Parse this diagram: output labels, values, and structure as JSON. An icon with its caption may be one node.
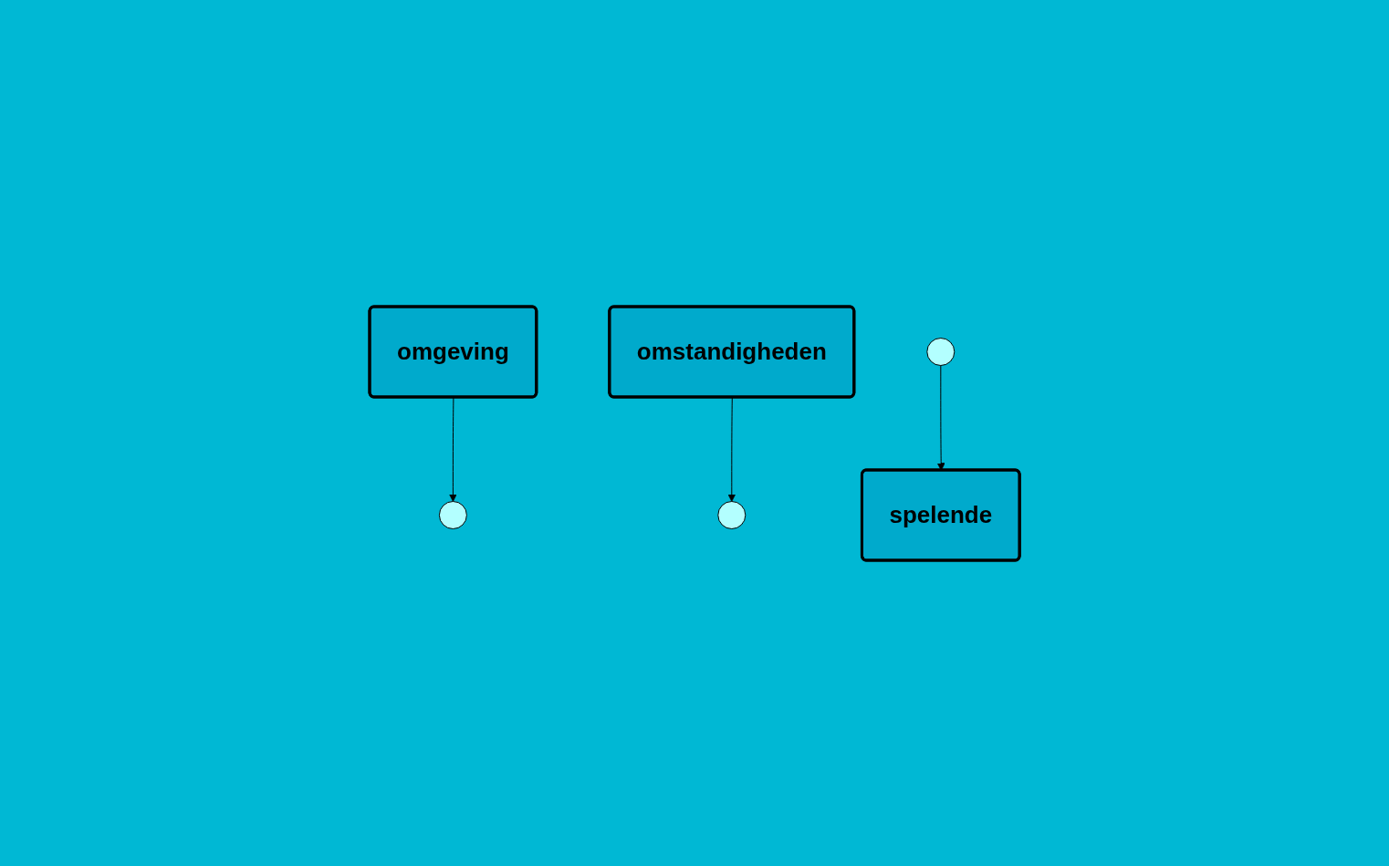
{
  "diagram": {
    "nodes": [
      {
        "text": [
          "omgeving"
        ]
      },
      {
        "text": [
          "omstandigheden"
        ]
      },
      {
        "text": [],
        "shape": "star"
      },
      {
        "text": [],
        "shape": "star"
      },
      {
        "text": [],
        "shape": "star"
      },
      {
        "text": [
          "spelende"
        ]
      }
    ],
    "edges": [
      {
        "from": 0,
        "to": 3,
        "arrow": "to"
      },
      {
        "from": 1,
        "to": 2,
        "arrow": "to"
      },
      {
        "from": 4,
        "to": 5,
        "arrow": "to"
      }
    ]
  }
}
